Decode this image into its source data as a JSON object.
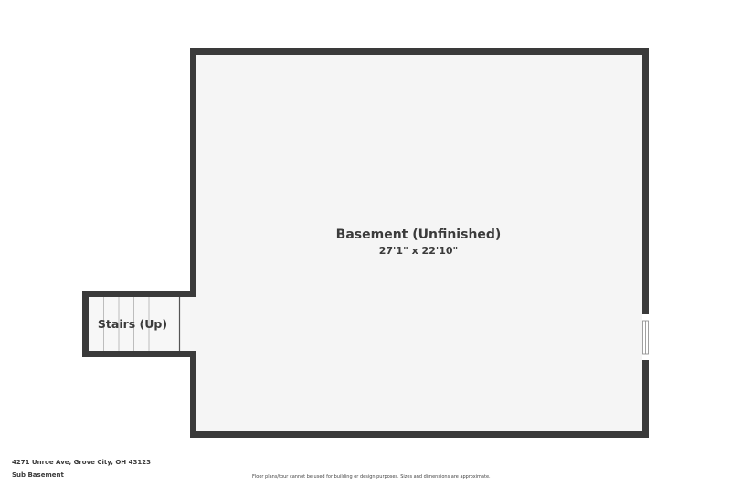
{
  "floorplan": {
    "rooms": [
      {
        "name": "Basement (Unfinished)",
        "dimensions": "27'1\" x 22'10\""
      },
      {
        "name": "Stairs (Up)"
      }
    ],
    "features": [
      "window-right-wall",
      "stair-treads"
    ]
  },
  "footer": {
    "address": "4271 Unroe Ave, Grove City, OH 43123",
    "level": "Sub Basement",
    "disclaimer": "Floor plans/tour cannot be used for building or design purposes. Sizes and dimensions are approximate."
  },
  "colors": {
    "wall": "#3a3a3a",
    "floor": "#f5f5f5",
    "text": "#3b3b3b"
  }
}
